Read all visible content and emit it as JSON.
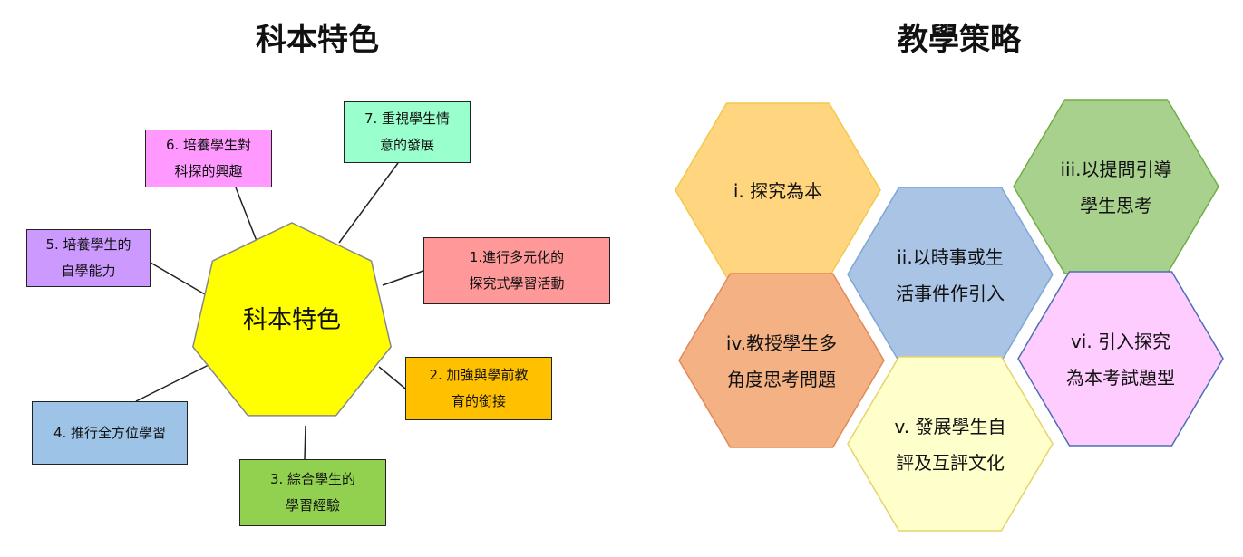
{
  "left": {
    "title": "科本特色",
    "center_label": "科本特色",
    "items": [
      {
        "lines": [
          "1.進行多元化的",
          "探究式學習活動"
        ],
        "color": "#ff9999"
      },
      {
        "lines": [
          "2. 加強與學前教",
          "育的銜接"
        ],
        "color": "#ffc000"
      },
      {
        "lines": [
          "3. 綜合學生的",
          "學習經驗"
        ],
        "color": "#92d050"
      },
      {
        "lines": [
          "4. 推行全方位學習"
        ],
        "color": "#9dc3e6"
      },
      {
        "lines": [
          "5. 培養學生的",
          "自學能力"
        ],
        "color": "#cc99ff"
      },
      {
        "lines": [
          "6. 培養學生對",
          "科探的興趣"
        ],
        "color": "#ff99ff"
      },
      {
        "lines": [
          "7. 重視學生情",
          "意的發展"
        ],
        "color": "#99ffcc"
      }
    ],
    "center_color": "#ffff00"
  },
  "right": {
    "title": "教學策略",
    "hexes": [
      {
        "lines": [
          "i.  探究為本"
        ],
        "fill": "#ffd580",
        "stroke": "#f2c94c"
      },
      {
        "lines": [
          "ii.以時事或生",
          "活事件作引入"
        ],
        "fill": "#a9c4e4",
        "stroke": "#7fa6d6"
      },
      {
        "lines": [
          "iii.以提問引導",
          "學生思考"
        ],
        "fill": "#a9d18e",
        "stroke": "#70ad47"
      },
      {
        "lines": [
          "iv.教授學生多",
          "角度思考問題"
        ],
        "fill": "#f4b183",
        "stroke": "#e08a5a"
      },
      {
        "lines": [
          "v.  發展學生自",
          "評及互評文化"
        ],
        "fill": "#ffffcc",
        "stroke": "#e6d36b"
      },
      {
        "lines": [
          "vi.  引入探究",
          "為本考試題型"
        ],
        "fill": "#ffccff",
        "stroke": "#4a6fb5"
      }
    ]
  }
}
